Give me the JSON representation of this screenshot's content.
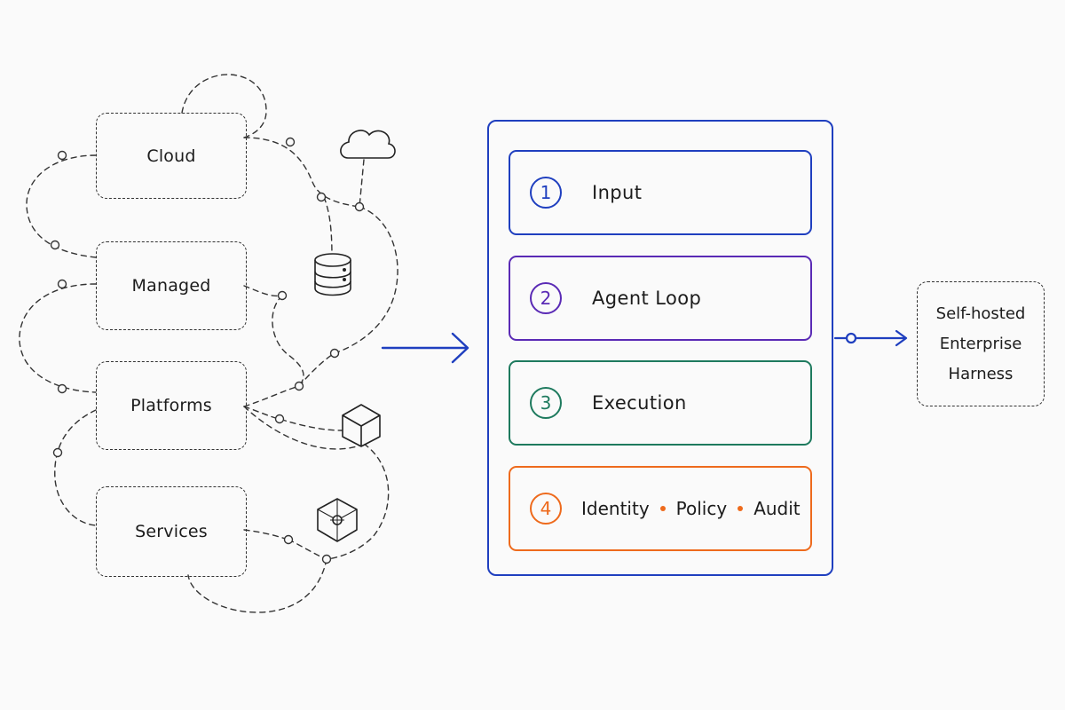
{
  "sources": [
    "Cloud",
    "Managed",
    "Platforms",
    "Services"
  ],
  "icons": [
    "cloud-icon",
    "database-icon",
    "cube-icon",
    "hexagon-node-icon"
  ],
  "steps": [
    {
      "number": "1",
      "label": "Input",
      "color": "#1f3fbf"
    },
    {
      "number": "2",
      "label": "Agent Loop",
      "color": "#5a2ab5"
    },
    {
      "number": "3",
      "label": "Execution",
      "color": "#1e7a5e"
    },
    {
      "number": "4",
      "items": [
        "Identity",
        "Policy",
        "Audit"
      ],
      "color": "#ee6a1c"
    }
  ],
  "target": {
    "line1": "Self-hosted",
    "line2": "Enterprise",
    "line3": "Harness"
  },
  "colors": {
    "panel": "#1f3fbf",
    "arrow": "#1f3fbf",
    "sketch": "#333333"
  }
}
